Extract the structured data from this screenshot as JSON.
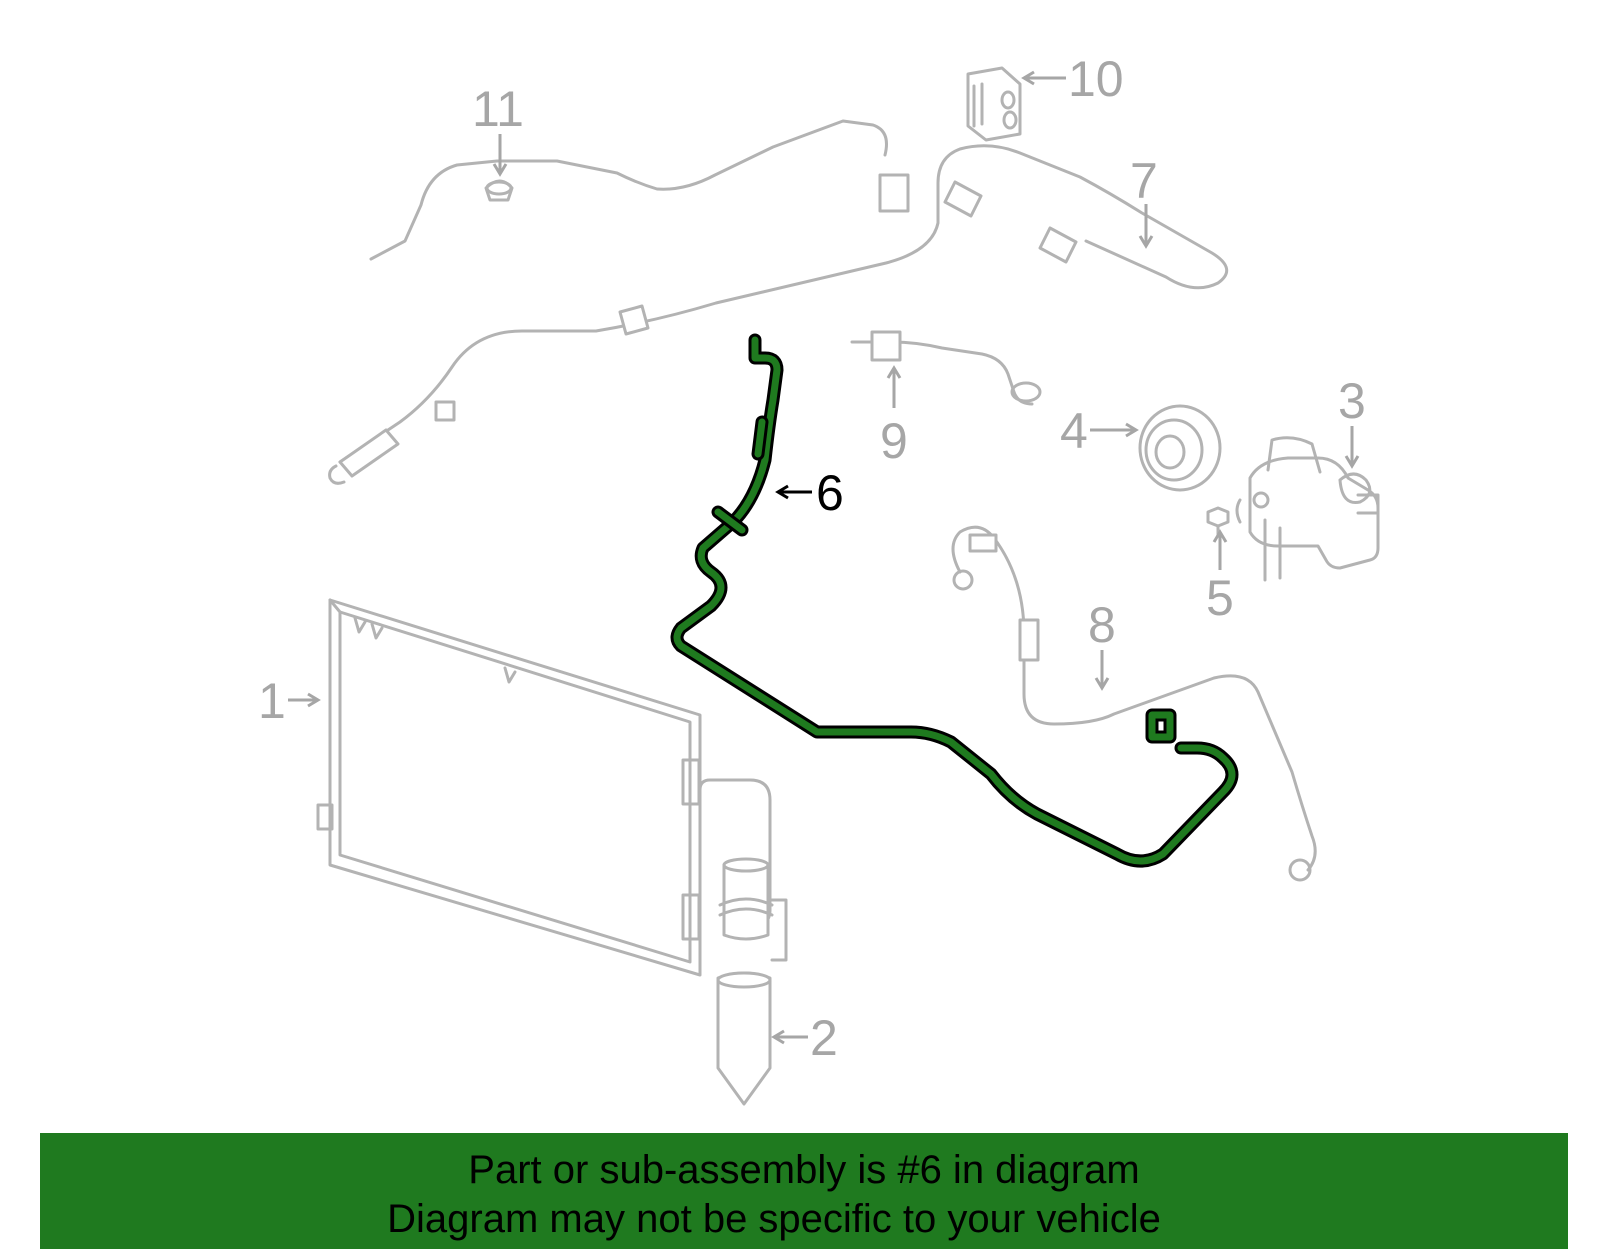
{
  "callouts": {
    "c1": "1",
    "c2": "2",
    "c3": "3",
    "c4": "4",
    "c5": "5",
    "c6": "6",
    "c7": "7",
    "c8": "8",
    "c9": "9",
    "c10": "10",
    "c11": "11"
  },
  "highlighted_part": "6",
  "colors": {
    "highlight": "#1f7a1f",
    "banner": "#1f7a1f",
    "inactive": "#b3b3b3"
  },
  "banner": {
    "line1": "Part or sub-assembly is #6 in diagram",
    "line2": "Diagram may not be specific to your vehicle"
  }
}
